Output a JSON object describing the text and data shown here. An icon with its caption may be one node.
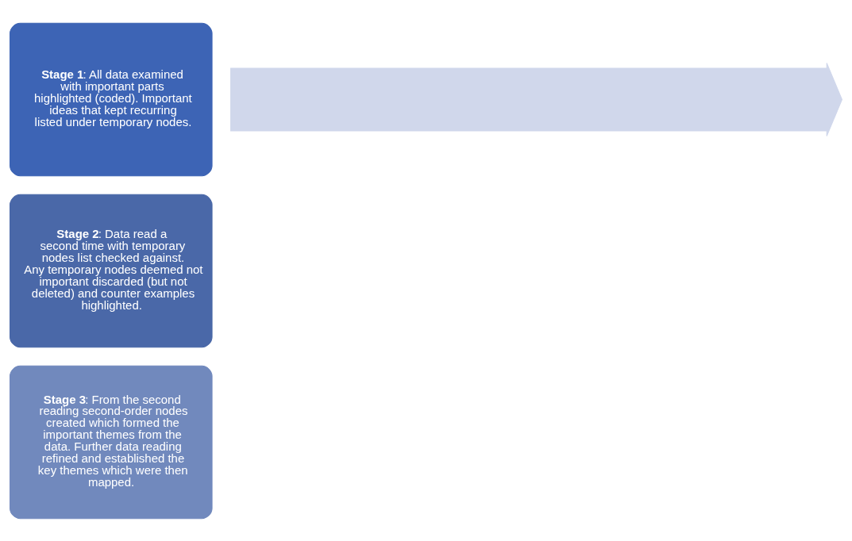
{
  "diagram": {
    "nodes": [
      {
        "text": [],
        "shape": "arrow"
      },
      {
        "text": [
          "**Stage 1**: All data examined with important parts highlighted (coded). Important ideas that kept recurring listed under temporary nodes."
        ]
      },
      {
        "text": [
          "**Stage 2**: Data read a second time with temporary nodes list checked against. Any temporary nodes deemed not important discarded (but not deleted) and counter examples highlighted."
        ]
      },
      {
        "text": [
          "**Stage 3**: From the second reading second-order nodes created which formed the important themes from the data. Further data reading refined and established the key themes which were then mapped."
        ]
      }
    ]
  }
}
